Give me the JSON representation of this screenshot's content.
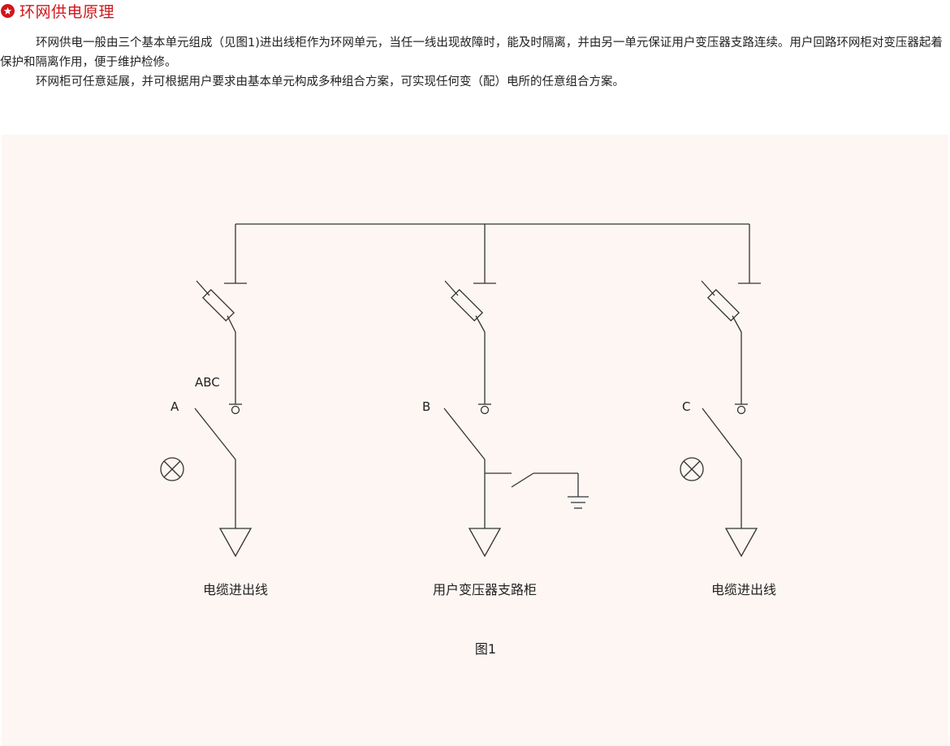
{
  "heading": {
    "icon": "star-in-circle-icon",
    "title": "环网供电原理",
    "color": "#d0161b"
  },
  "paragraphs": [
    "环网供电一般由三个基本单元组成（见图1)进出线柜作为环网单元，当任一线出现故障时，能及时隔离，并由另一单元保证用户变压器支路连续。用户回路环网柜对变压器起着保护和隔离作用，便于维护检修。",
    "环网柜可任意延展，并可根据用户要求由基本单元构成多种组合方案，可实现任何变（配）电所的任意组合方案。"
  ],
  "diagram": {
    "panel_color": "#fdf6f2",
    "line_color": "#333333",
    "labels": {
      "abc": "ABC",
      "unit_a": "A",
      "unit_b": "B",
      "unit_c": "C"
    },
    "captions": {
      "left": "电缆进出线",
      "middle": "用户变压器支路柜",
      "right": "电缆进出线"
    },
    "figure_caption": "图1"
  }
}
